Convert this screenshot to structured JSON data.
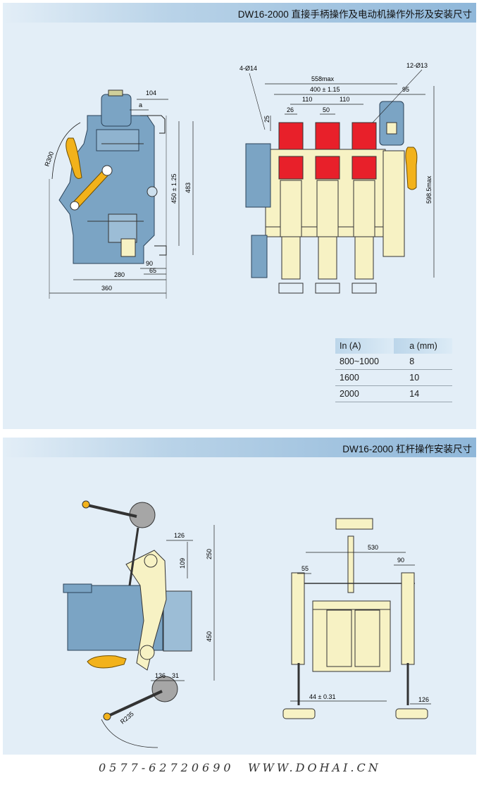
{
  "top_section": {
    "title": "DW16-2000 直接手柄操作及电动机操作外形及安装尺寸",
    "side_view_dims": {
      "d104": "104",
      "a": "a",
      "r300": "R300",
      "d450": "450 ± 1.25",
      "d483": "483",
      "d90": "90",
      "d280": "280",
      "d65": "65",
      "d360": "360"
    },
    "front_view_dims": {
      "holes4": "4-Ø14",
      "w558": "558max",
      "w400": "400 ± 1.15",
      "w110a": "110",
      "w110b": "110",
      "w26": "26",
      "w50": "50",
      "holes12": "12-Ø13",
      "w95": "95",
      "h25": "25",
      "h598": "598.5max"
    },
    "table": {
      "headers": [
        "In (A)",
        "a (mm)"
      ],
      "rows": [
        [
          "800~1000",
          "8"
        ],
        [
          "1600",
          "10"
        ],
        [
          "2000",
          "14"
        ]
      ]
    }
  },
  "bottom_section": {
    "title": "DW16-2000 杠杆操作安装尺寸",
    "side_view_dims": {
      "d126": "126",
      "d109": "109",
      "d250": "250",
      "d450": "450",
      "d136": "136",
      "d31": "31",
      "r235": "R235"
    },
    "front_view_dims": {
      "w530": "530",
      "w55": "55",
      "w90": "90",
      "w44": "44 ± 0.31",
      "w126": "126"
    }
  },
  "footer": {
    "phone": "0577-62720690",
    "website": "WWW.DOHAI.CN"
  },
  "colors": {
    "panel": "#e3eef7",
    "body_blue": "#7ba4c4",
    "contact_red": "#e8202a",
    "handle_yellow": "#f2b21b",
    "part_cream": "#f7f2c4"
  }
}
